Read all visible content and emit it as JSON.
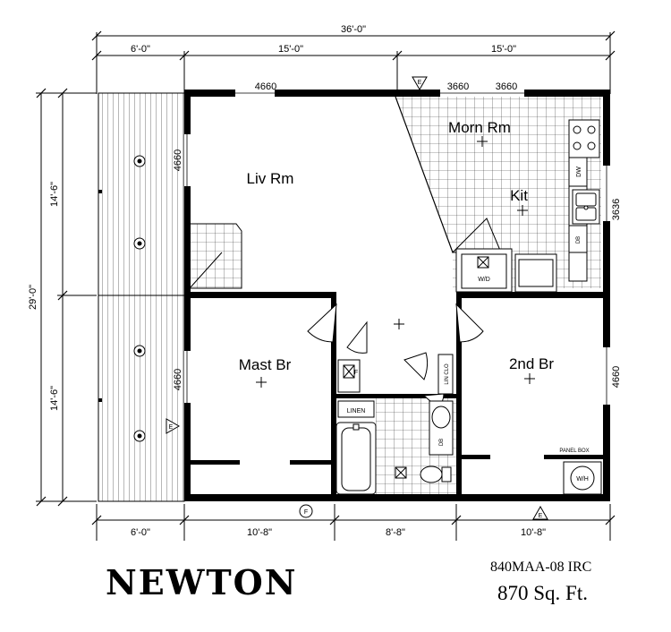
{
  "overall": {
    "width": "36'-0\"",
    "depth": "29'-0\"",
    "depth_top": "14'-6\"",
    "depth_bottom": "14'-6\""
  },
  "top_dims": [
    "6'-0\"",
    "15'-0\"",
    "15'-0\""
  ],
  "bottom_dims": [
    "6'-0\"",
    "10'-8\"",
    "8'-8\"",
    "10'-8\""
  ],
  "windows": {
    "top_left": "4660",
    "top_mid": "3660",
    "top_right": "3660",
    "liv_side": "4660",
    "kit_side": "3636",
    "mast_side": "4660",
    "br2_side": "4660"
  },
  "rooms": {
    "liv": "Liv Rm",
    "morn": "Morn Rm",
    "kit": "Kit",
    "mast": "Mast Br",
    "br2": "2nd Br"
  },
  "fixtures": {
    "dw": "DW",
    "db": "DB",
    "wd": "W/D",
    "f": "F",
    "linen": "LINEN",
    "lin_clo": "LIN CLO",
    "db2": "DB",
    "panel_box": "PANEL BOX",
    "wh": "W/H"
  },
  "markers": {
    "elev_e": "E",
    "elev_f": "F"
  },
  "title": {
    "name": "NEWTON",
    "model": "840MAA-08 IRC",
    "area": "870 Sq. Ft."
  }
}
